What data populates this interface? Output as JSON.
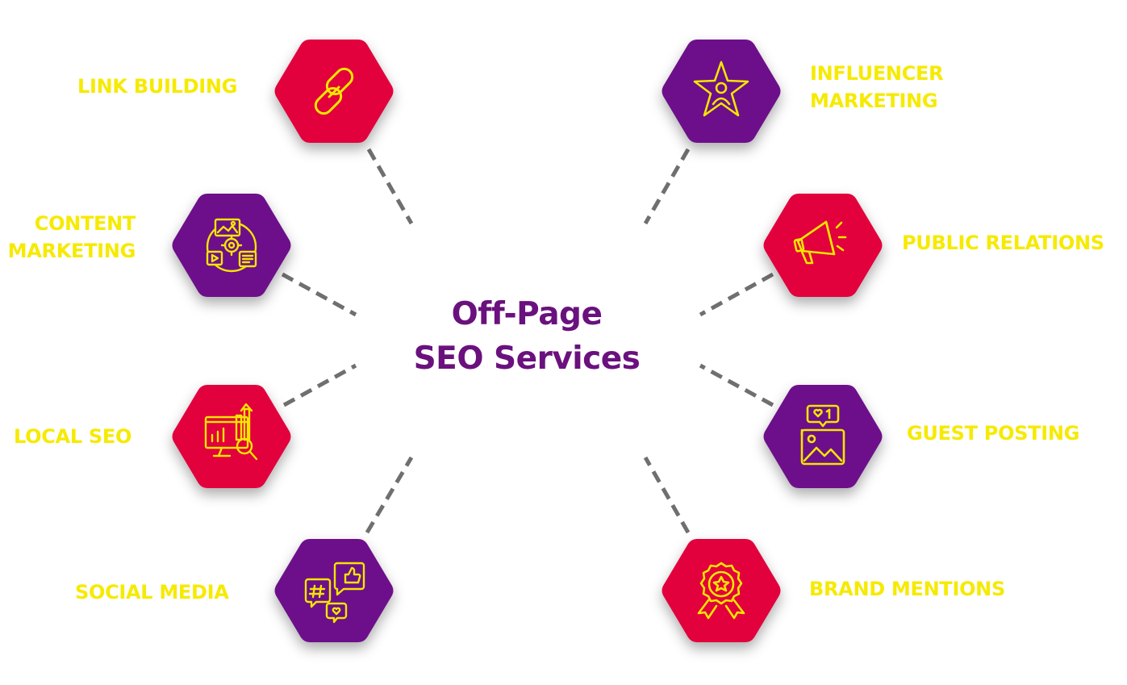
{
  "title": {
    "line1": "Off-Page",
    "line2": "SEO Services"
  },
  "colors": {
    "crimson": "#e2003d",
    "purple": "#6d0f8a",
    "label_yellow": "#f6ea00",
    "icon_yellow": "#f4e600",
    "title_purple": "#6a117e",
    "connector_gray": "#6f6f6f"
  },
  "services": [
    {
      "id": "link-building",
      "label": "LINK BUILDING",
      "icon": "chain-link-icon",
      "color": "crimson"
    },
    {
      "id": "content-marketing",
      "label": "CONTENT\nMARKETING",
      "icon": "content-gear-icon",
      "color": "purple"
    },
    {
      "id": "local-seo",
      "label": "LOCAL SEO",
      "icon": "analytics-search-icon",
      "color": "crimson"
    },
    {
      "id": "social-media",
      "label": "SOCIAL MEDIA",
      "icon": "chat-bubbles-icon",
      "color": "purple"
    },
    {
      "id": "influencer-marketing",
      "label": "INFLUENCER\nMARKETING",
      "icon": "star-person-icon",
      "color": "purple"
    },
    {
      "id": "public-relations",
      "label": "PUBLIC RELATIONS",
      "icon": "megaphone-icon",
      "color": "crimson"
    },
    {
      "id": "guest-posting",
      "label": "GUEST POSTING",
      "icon": "image-notification-icon",
      "color": "purple"
    },
    {
      "id": "brand-mentions",
      "label": "BRAND MENTIONS",
      "icon": "award-badge-icon",
      "color": "crimson"
    }
  ]
}
